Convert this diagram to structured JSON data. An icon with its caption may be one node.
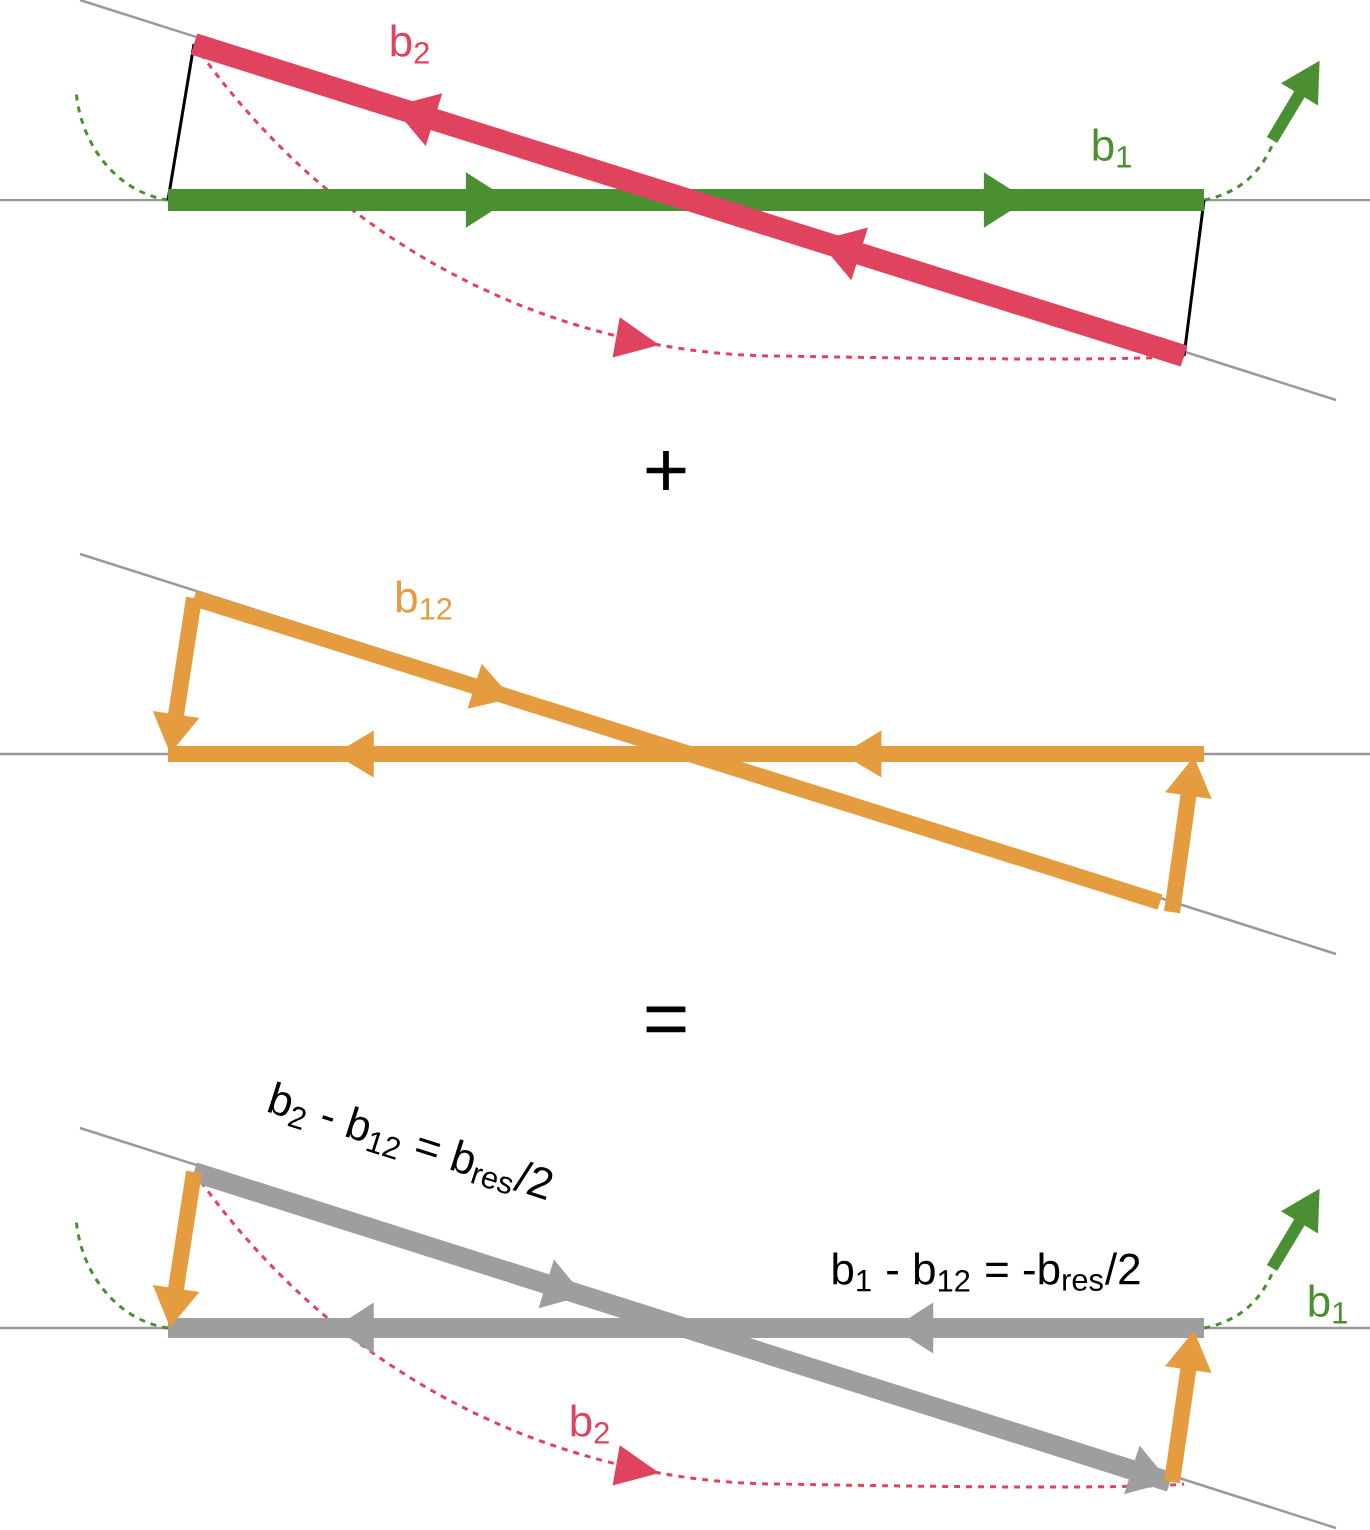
{
  "diagram": {
    "labels": [
      "b$_{2}$",
      "b$_{1}$",
      "+",
      "b$_{12}$",
      "=",
      "b$_{2}$ - b$_{12}$ = b$_{res}$/2",
      "b$_{1}$ - b$_{12}$ = -b$_{res}$/2",
      "b$_{1}$",
      "b$_{2}$"
    ]
  }
}
